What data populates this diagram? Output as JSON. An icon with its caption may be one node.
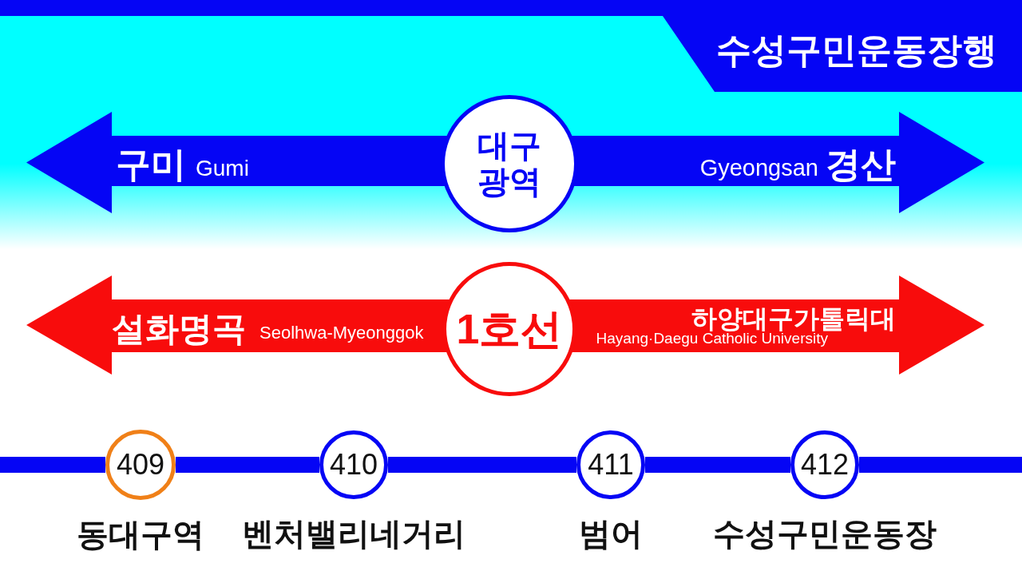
{
  "diagram": {
    "title": "수성구민운동장행",
    "nodes": [
      {
        "text": [
          "구미",
          "Gumi",
          "Gyeongsan",
          "경산"
        ]
      },
      {
        "text": [
          "대구 광역"
        ]
      },
      {
        "text": [
          "설화명곡",
          "Seolhwa-Myeonggok",
          "하양대구가톨릭대",
          "Hayang·Daegu Catholic University"
        ]
      },
      {
        "text": [
          "1호선"
        ]
      },
      {
        "text": [
          "409"
        ],
        "beside": [
          "동대구역"
        ]
      },
      {
        "text": [
          "410"
        ],
        "beside": [
          "벤처밸리네거리"
        ]
      },
      {
        "text": [
          "411"
        ],
        "beside": [
          "범어"
        ]
      },
      {
        "text": [
          "412"
        ],
        "beside": [
          "수성구민운동장"
        ]
      }
    ],
    "edges": [
      {
        "from": null,
        "to": 4,
        "arrow": "none"
      },
      {
        "from": 4,
        "to": 5,
        "arrow": "none"
      },
      {
        "from": 5,
        "to": 6,
        "arrow": "none"
      },
      {
        "from": 6,
        "to": 7,
        "arrow": "none"
      },
      {
        "from": 7,
        "to": null,
        "arrow": "none"
      }
    ]
  }
}
